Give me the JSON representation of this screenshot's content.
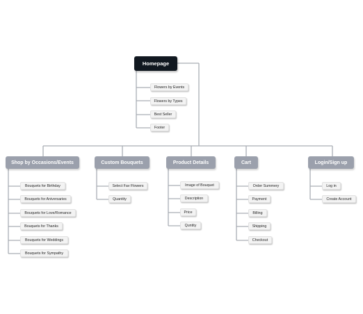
{
  "homepage": {
    "label": "Homepage",
    "items": [
      "Flowers by Events",
      "Flowers by Types",
      "Best Seller",
      "Footer"
    ]
  },
  "sections": [
    {
      "label": "Shop by Occasions/Events",
      "items": [
        "Bouquets for Birthday",
        "Bouquets for Aniversaries",
        "Bouquets for Love/Romance",
        "Bouquets for Thanks",
        "Bouquets for Weddings",
        "Bouquets for Sympathy"
      ]
    },
    {
      "label": "Custom Bouquets",
      "items": [
        "Select Fav Flowers",
        "Quantity"
      ]
    },
    {
      "label": "Product Details",
      "items": [
        "Image of Bouquet",
        "Description",
        "Price",
        "Quntity"
      ]
    },
    {
      "label": "Cart",
      "items": [
        "Order Summery",
        "Payment",
        "Billing",
        "Shipping",
        "Checkout"
      ]
    },
    {
      "label": "Login/Sign up",
      "items": [
        "Log in",
        "Create Account"
      ]
    }
  ],
  "colors": {
    "root_fill": "#111820",
    "category_fill": "#9ba0ac",
    "leaf_fill": "#f3f3f3",
    "connector": "#a9adb5"
  }
}
